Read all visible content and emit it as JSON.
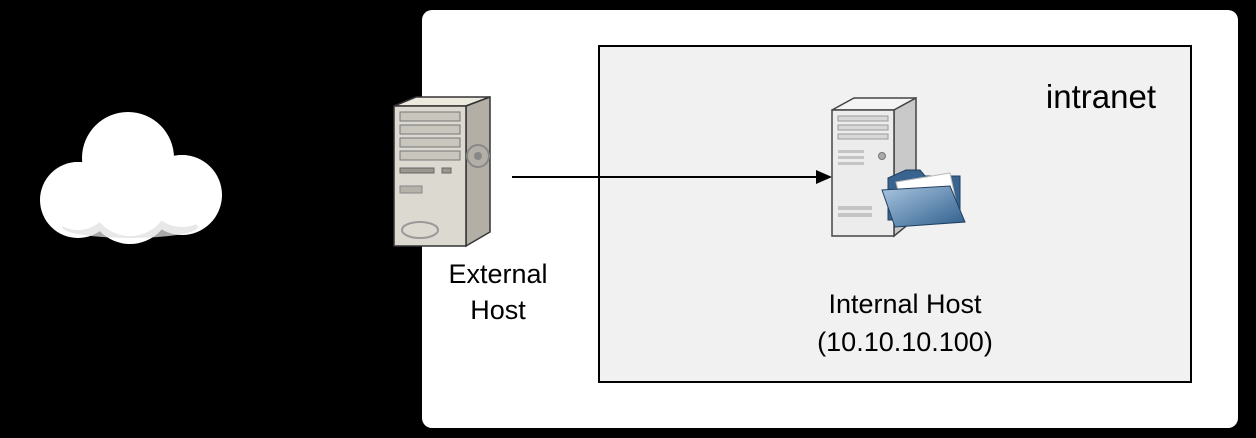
{
  "diagram": {
    "intranet": {
      "label": "intranet"
    },
    "external_host": {
      "label": "External Host"
    },
    "internal_host": {
      "label": "Internal Host",
      "ip": "(10.10.10.100)"
    }
  },
  "icons": {
    "cloud": "cloud-icon",
    "external_host": "computer-tower-icon",
    "internal_host": "computer-tower-icon",
    "folder": "open-folder-icon",
    "arrow": "right-arrow"
  },
  "colors": {
    "background": "#000000",
    "panel": "#ffffff",
    "intranet_box": "#f1f1f1",
    "border": "#000000",
    "folder_blue": "#2e5d8c"
  }
}
